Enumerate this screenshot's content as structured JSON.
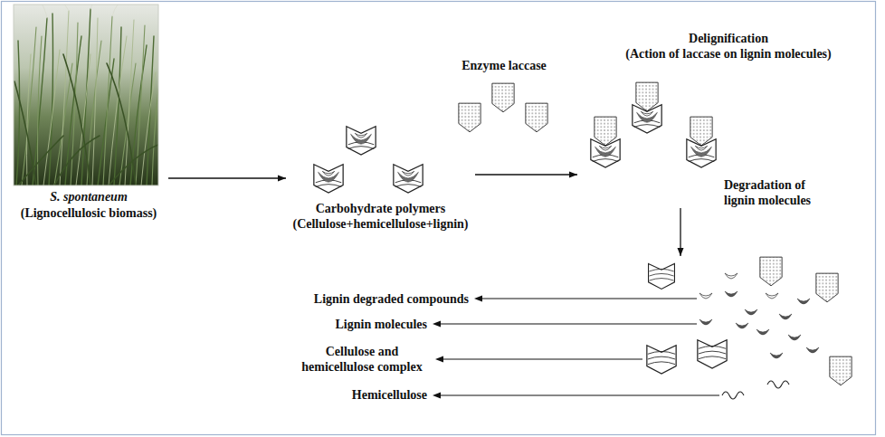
{
  "diagram": {
    "nodes": [
      {
        "text": [
          "S. spontaneum",
          "(Lignocellulosic biomass)"
        ]
      },
      {
        "text": [
          "Carbohydrate polymers",
          "(Cellulose+hemicellulose+lignin)"
        ]
      },
      {
        "text": [
          "Delignification",
          "(Action of laccase on lignin molecules)"
        ]
      },
      {
        "text": [
          "Lignin degraded compounds",
          "Lignin molecules",
          "Cellulose and hemicellulose complex",
          "Hemicellulose"
        ]
      }
    ],
    "edges": [
      {
        "from": 0,
        "to": 1,
        "arrow": "to"
      },
      {
        "from": 1,
        "to": 2,
        "arrow": "to"
      },
      {
        "from": 2,
        "to": 3,
        "label": "Degradation of lignin molecules",
        "arrow": "to"
      }
    ],
    "labels": [
      "Enzyme laccase"
    ]
  }
}
